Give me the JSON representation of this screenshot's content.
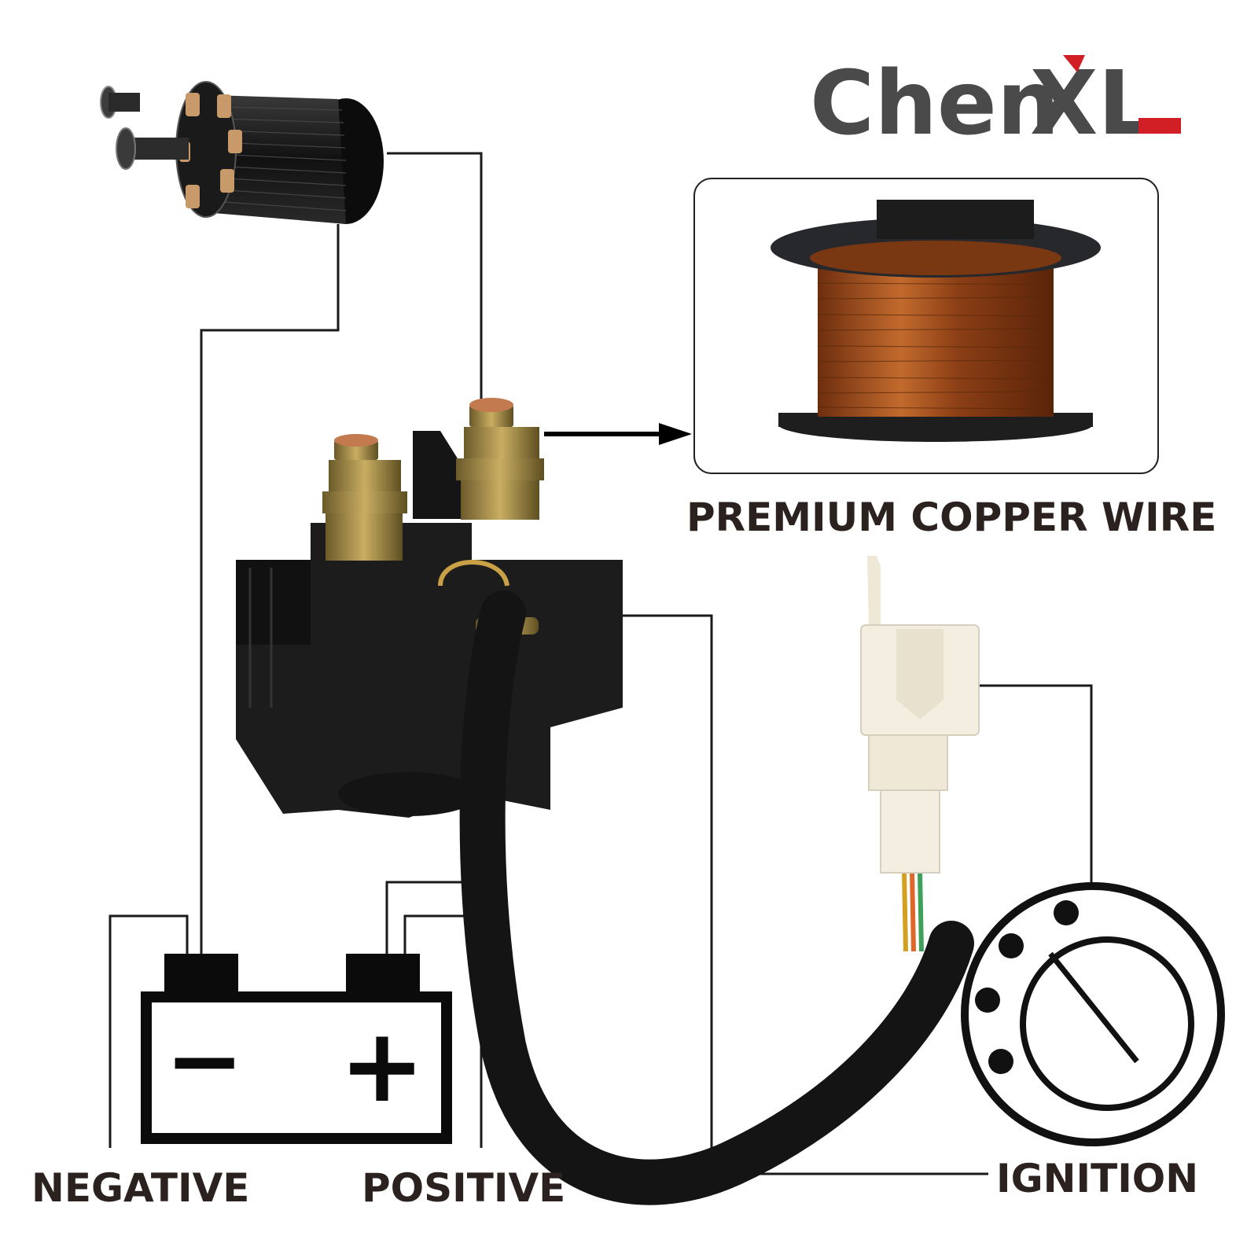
{
  "brand": {
    "name_part1": "Chen",
    "name_part2": "XL",
    "accent_color": "#d21f26",
    "text_color": "#4a4a4a"
  },
  "callout": {
    "label": "PREMIUM COPPER WIRE",
    "icon": "copper-wire-spool-icon"
  },
  "battery": {
    "negative_label": "NEGATIVE",
    "positive_label": "POSITIVE",
    "minus_symbol": "−",
    "plus_symbol": "+"
  },
  "ignition": {
    "label": "IGNITION",
    "icon": "ignition-switch-icon"
  },
  "components": {
    "motor_icon": "starter-motor-icon",
    "relay_icon": "starter-relay-solenoid-icon",
    "connector_icon": "plug-connector-icon"
  },
  "colors": {
    "line": "#1a1a1a",
    "label": "#2b2220",
    "copper": "#a0521e",
    "relay_body": "#1c1c1c",
    "connector": "#f1ecdf"
  }
}
